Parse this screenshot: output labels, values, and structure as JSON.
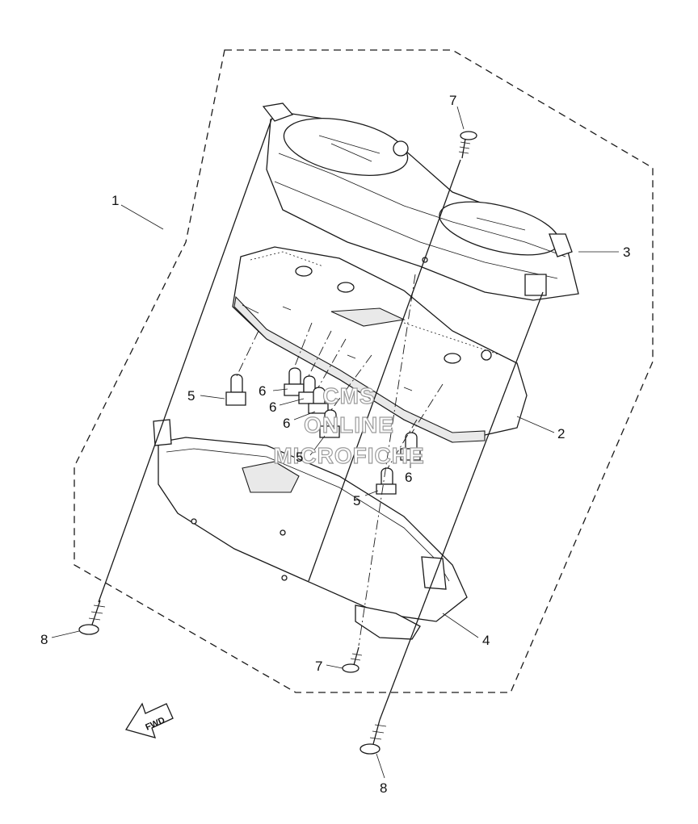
{
  "callouts": {
    "c1": "1",
    "c2": "2",
    "c3": "3",
    "c4": "4",
    "c5a": "5",
    "c5b": "5",
    "c5c": "5",
    "c6a": "6",
    "c6b": "6",
    "c6c": "6",
    "c6d": "6",
    "c7a": "7",
    "c7b": "7",
    "c8a": "8",
    "c8b": "8"
  },
  "watermark": {
    "line1": "CMS",
    "line2": "ONLINE",
    "line3": "MICROFICHE"
  },
  "direction_arrow": {
    "label": "FWD",
    "icon": "fwd-arrow-icon"
  }
}
